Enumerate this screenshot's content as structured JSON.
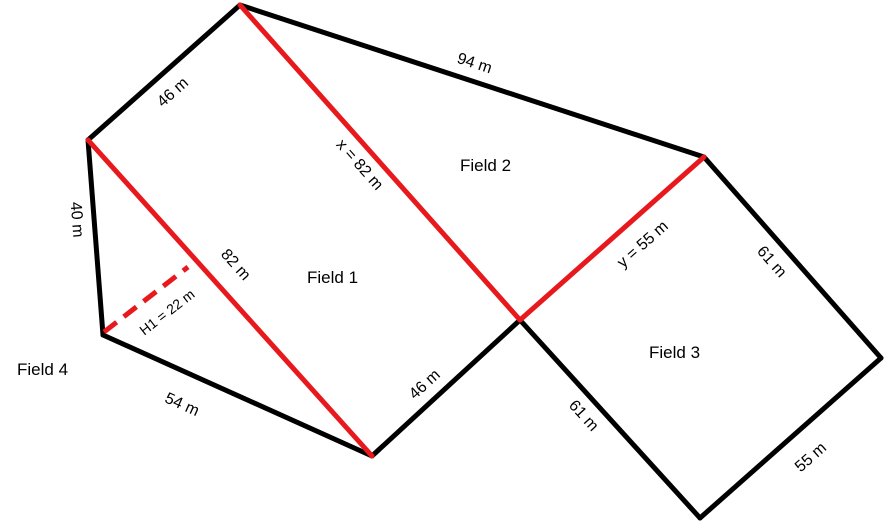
{
  "colors": {
    "outline": "#000000",
    "diagonal": "#e8191d",
    "background": "#ffffff"
  },
  "fields": {
    "field1": "Field 1",
    "field2": "Field 2",
    "field3": "Field 3",
    "field4": "Field 4"
  },
  "sides": {
    "top_left": "46 m",
    "top": "94 m",
    "left": "40 m",
    "bottom_left": "54 m",
    "middle_lower": "46 m",
    "right_upper": "61 m",
    "middle_right_lower": "61 m",
    "bottom_right": "55 m"
  },
  "diagonals": {
    "d1": "82 m",
    "x": "x = 82 m",
    "y": "y = 55 m",
    "h1": "H1 = 22 m"
  }
}
